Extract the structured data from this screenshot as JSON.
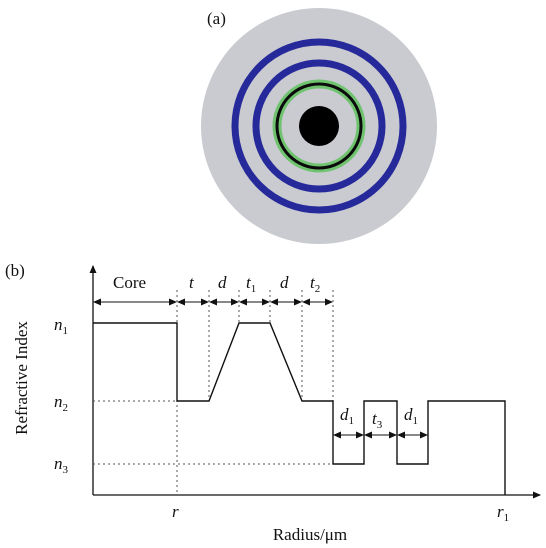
{
  "panel_a": {
    "label": "(a)",
    "colors": {
      "cladding": "#c9cbd0",
      "blue_ring": "#26299a",
      "green_ring": "#6fc36f",
      "black_ring": "#0b0b0b",
      "core": "#000000"
    }
  },
  "panel_b": {
    "label": "(b)",
    "y_axis_label": "Refractive Index",
    "x_axis_label": "Radius/μm",
    "y_ticks": [
      {
        "base": "n",
        "sub": "1"
      },
      {
        "base": "n",
        "sub": "2"
      },
      {
        "base": "n",
        "sub": "3"
      }
    ],
    "x_ticks": [
      {
        "base": "r",
        "sub": ""
      },
      {
        "base": "r",
        "sub": "1"
      }
    ],
    "dimensions": [
      {
        "base": "Core",
        "sub": "",
        "italic": false
      },
      {
        "base": "t",
        "sub": "",
        "italic": true
      },
      {
        "base": "d",
        "sub": "",
        "italic": true
      },
      {
        "base": "t",
        "sub": "1",
        "italic": true
      },
      {
        "base": "d",
        "sub": "",
        "italic": true
      },
      {
        "base": "t",
        "sub": "2",
        "italic": true
      },
      {
        "base": "d",
        "sub": "1",
        "italic": true
      },
      {
        "base": "t",
        "sub": "3",
        "italic": true
      },
      {
        "base": "d",
        "sub": "1",
        "italic": true
      }
    ]
  }
}
